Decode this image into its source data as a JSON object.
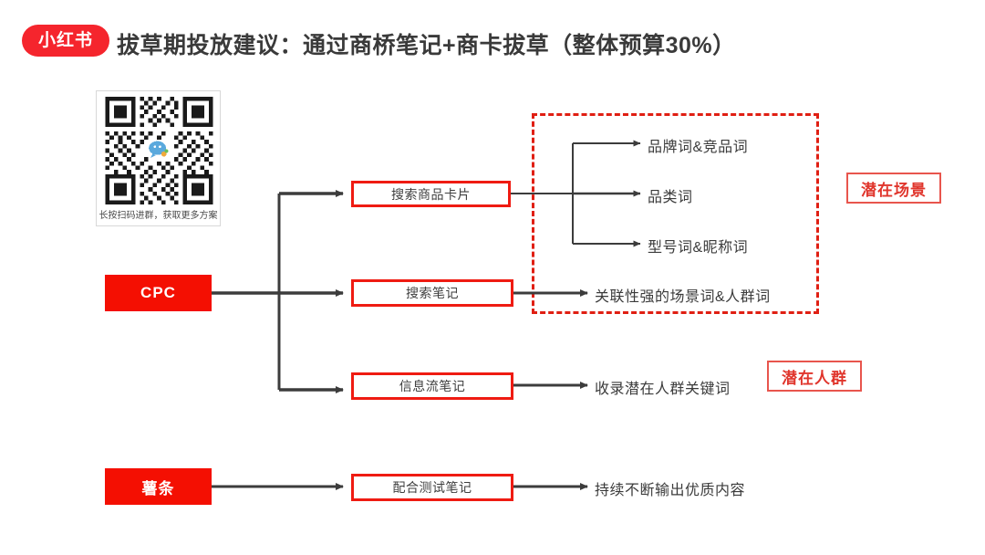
{
  "header": {
    "logo_text": "小红书",
    "title": "拔草期投放建议：通过商桥笔记+商卡拔草（整体预算30%）"
  },
  "qr": {
    "caption": "长按扫码进群，获取更多方案",
    "center_icon": "wechat-icon"
  },
  "sources": [
    {
      "id": "cpc",
      "label": "CPC"
    },
    {
      "id": "shutiao",
      "label": "薯条"
    }
  ],
  "channels": [
    {
      "id": "search-card",
      "label": "搜索商品卡片"
    },
    {
      "id": "search-note",
      "label": "搜索笔记"
    },
    {
      "id": "feed-note",
      "label": "信息流笔记"
    },
    {
      "id": "test-note",
      "label": "配合测试笔记"
    }
  ],
  "keywords": [
    {
      "id": "brand",
      "label": "品牌词&竞品词"
    },
    {
      "id": "category",
      "label": "品类词"
    },
    {
      "id": "model",
      "label": "型号词&昵称词"
    }
  ],
  "outcomes": [
    {
      "id": "scene-crowd",
      "label": "关联性强的场景词&人群词"
    },
    {
      "id": "potential-crowd-kw",
      "label": "收录潜在人群关键词"
    },
    {
      "id": "quality-content",
      "label": "持续不断输出优质内容"
    }
  ],
  "badges": [
    {
      "id": "potential-scene",
      "label": "潜在场景"
    },
    {
      "id": "potential-crowd",
      "label": "潜在人群"
    }
  ],
  "colors": {
    "brand_red": "#f40f02",
    "outline_red": "#ef1b12",
    "dashed_red": "#e01f13",
    "badge_red": "#e0352c",
    "text_dark": "#3b3b3b",
    "wire_gray": "#3c3c3c",
    "background": "#ffffff"
  }
}
